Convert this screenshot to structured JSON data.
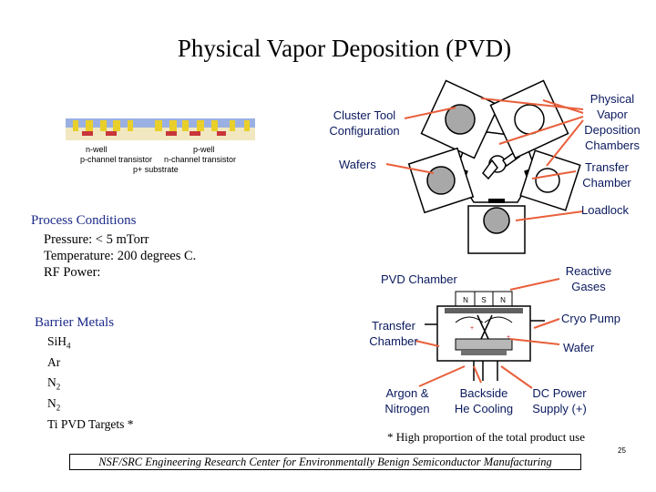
{
  "title": "Physical Vapor Deposition (PVD)",
  "transistor": {
    "nwell": "n-well",
    "pwell": "p-well",
    "pchan": "p-channel transistor",
    "nchan": "n-channel transistor",
    "substrate": "p+ substrate"
  },
  "labels": {
    "cluster_tool": [
      "Cluster Tool",
      "Configuration"
    ],
    "wafers": "Wafers",
    "pvd_chambers": [
      "Physical",
      "Vapor",
      "Deposition",
      "Chambers"
    ],
    "transfer_chamber_top": [
      "Transfer",
      "Chamber"
    ],
    "loadlock": "Loadlock",
    "pvd_chamber": "PVD Chamber",
    "reactive_gases": [
      "Reactive",
      "Gases"
    ],
    "cryo_pump": "Cryo Pump",
    "transfer_chamber_bottom": [
      "Transfer",
      "Chamber"
    ],
    "wafer": "Wafer",
    "argon": [
      "Argon &",
      "Nitrogen"
    ],
    "backside": [
      "Backside",
      "He Cooling"
    ],
    "dc_power": [
      "DC Power",
      "Supply (+)"
    ],
    "magnets": [
      "N",
      "S",
      "N"
    ]
  },
  "process": {
    "heading": "Process Conditions",
    "lines": [
      "Pressure:  < 5 mTorr",
      "Temperature: 200 degrees C.",
      "RF Power:"
    ]
  },
  "barrier": {
    "heading": "Barrier Metals",
    "items": [
      {
        "base": "SiH",
        "sub": "4"
      },
      {
        "base": "Ar",
        "sub": ""
      },
      {
        "base": "N",
        "sub": "2"
      },
      {
        "base": "N",
        "sub": "2"
      },
      {
        "base": "Ti PVD Targets *",
        "sub": ""
      }
    ]
  },
  "footnote": "* High proportion of the total product use",
  "footer": "NSF/SRC Engineering Research Center for Environmentally Benign Semiconductor Manufacturing",
  "page_number": "25",
  "colors": {
    "arrow": "#e8603c",
    "label": "#0b1a5e",
    "heading": "#1b2a8a"
  }
}
